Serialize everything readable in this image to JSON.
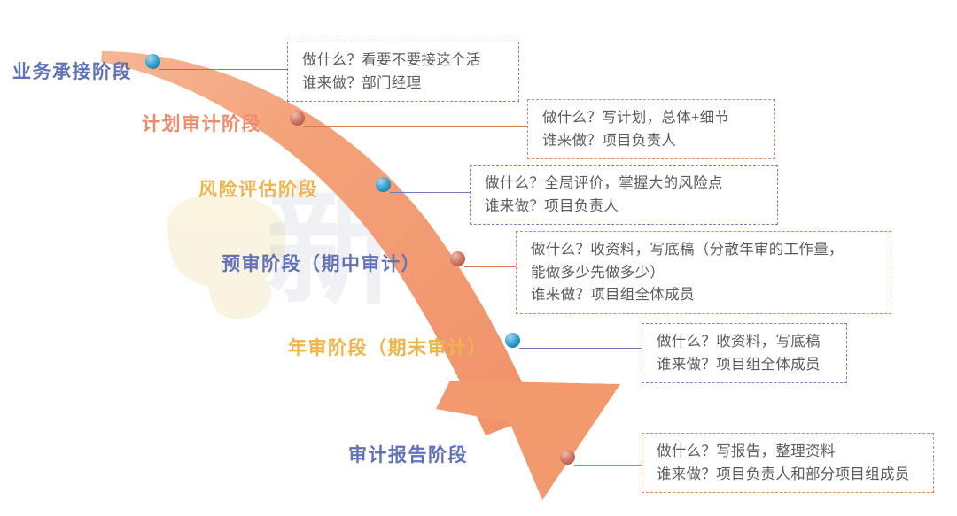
{
  "diagram": {
    "title": "审计项目阶段流程图",
    "arrow_color": "#f29a6e",
    "watermark_color": "#f7f0d8",
    "stages": [
      {
        "id": "business-acceptance",
        "label": "业务承接阶段",
        "label_color": "#6272b8",
        "marker_color": "blue",
        "box_border_color": "#7b86c4",
        "lines": [
          "做什么？看要不要接这个活",
          "谁来做？部门经理"
        ]
      },
      {
        "id": "plan-audit",
        "label": "计划审计阶段",
        "label_color": "#ef8b6d",
        "marker_color": "red",
        "box_border_color": "#e8845c",
        "lines": [
          "做什么？写计划，总体+细节",
          "谁来做？项目负责人"
        ]
      },
      {
        "id": "risk-assessment",
        "label": "风险评估阶段",
        "label_color": "#f0b44a",
        "marker_color": "blue",
        "box_border_color": "#7b86c4",
        "lines": [
          "做什么？全局评价，掌握大的风险点",
          "谁来做？项目负责人"
        ]
      },
      {
        "id": "pre-audit",
        "label": "预审阶段（期中审计）",
        "label_color": "#6272b8",
        "marker_color": "red",
        "box_border_color": "#e8845c",
        "lines": [
          "做什么？收资料，写底稿（分散年审的工作量，",
          "能做多少先做多少）",
          "谁来做？项目组全体成员"
        ]
      },
      {
        "id": "annual-audit",
        "label": "年审阶段（期末审计）",
        "label_color": "#f0b44a",
        "marker_color": "blue",
        "box_border_color": "#7b86c4",
        "lines": [
          "做什么？收资料，写底稿",
          "谁来做？项目组全体成员"
        ]
      },
      {
        "id": "audit-report",
        "label": "审计报告阶段",
        "label_color": "#6272b8",
        "marker_color": "red",
        "box_border_color": "#e8845c",
        "lines": [
          "做什么？写报告，整理资料",
          "谁来做？项目负责人和部分项目组成员"
        ]
      }
    ]
  }
}
